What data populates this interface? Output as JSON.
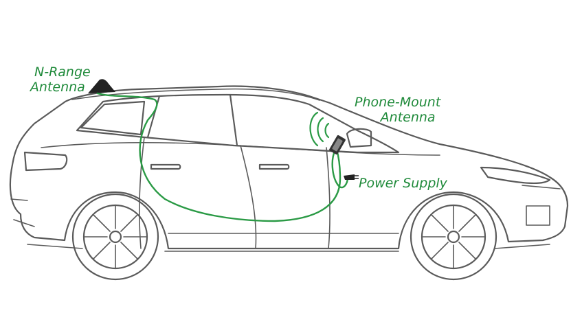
{
  "labels": {
    "n_range_antenna": [
      "N-Range",
      "Antenna"
    ],
    "phone_mount_antenna": [
      "Phone-Mount",
      "Antenna"
    ],
    "power_supply": "Power Supply"
  },
  "colors": {
    "label": "#1f8a3a",
    "cable": "#2a9a45",
    "car_outline": "#5a5a5a",
    "antenna": "#222222"
  }
}
